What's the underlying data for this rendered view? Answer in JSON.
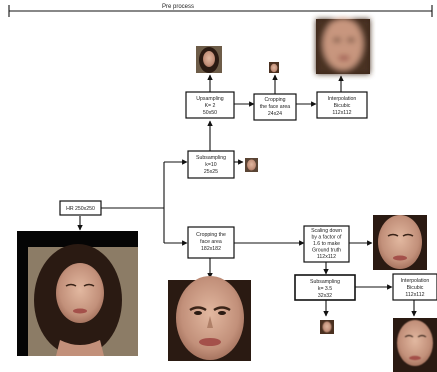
{
  "header": {
    "title": "Pre process"
  },
  "nodes": {
    "hr": {
      "lines": [
        "HR 250x250"
      ]
    },
    "subsample": {
      "lines": [
        "Subsampling",
        "k=10",
        "25x25"
      ]
    },
    "upsample": {
      "lines": [
        "Upsampling",
        "K= 2",
        "50x50"
      ]
    },
    "crop_small": {
      "lines": [
        "Cropping",
        "the face area",
        "24x24"
      ]
    },
    "interp_top": {
      "lines": [
        "Interpolation",
        "Bicubic",
        "112x112"
      ]
    },
    "crop_face": {
      "lines": [
        "Cropping the",
        "face area",
        "182x182"
      ]
    },
    "scale_down": {
      "lines": [
        "Scaling down",
        "by a factor of",
        "1.6 to make",
        "Ground truth",
        "112x112"
      ]
    },
    "subsample2": {
      "lines": [
        "Subsampling",
        "k= 3.5",
        "32x32"
      ]
    },
    "interp_right": {
      "lines": [
        "Interpolation",
        "Bicubic",
        "112x112"
      ]
    }
  },
  "colors": {
    "line": "#111111",
    "box_fill": "#ffffff",
    "skin": "#c89a80",
    "hair": "#2a1a12",
    "background_photo": "#8c7c66"
  }
}
